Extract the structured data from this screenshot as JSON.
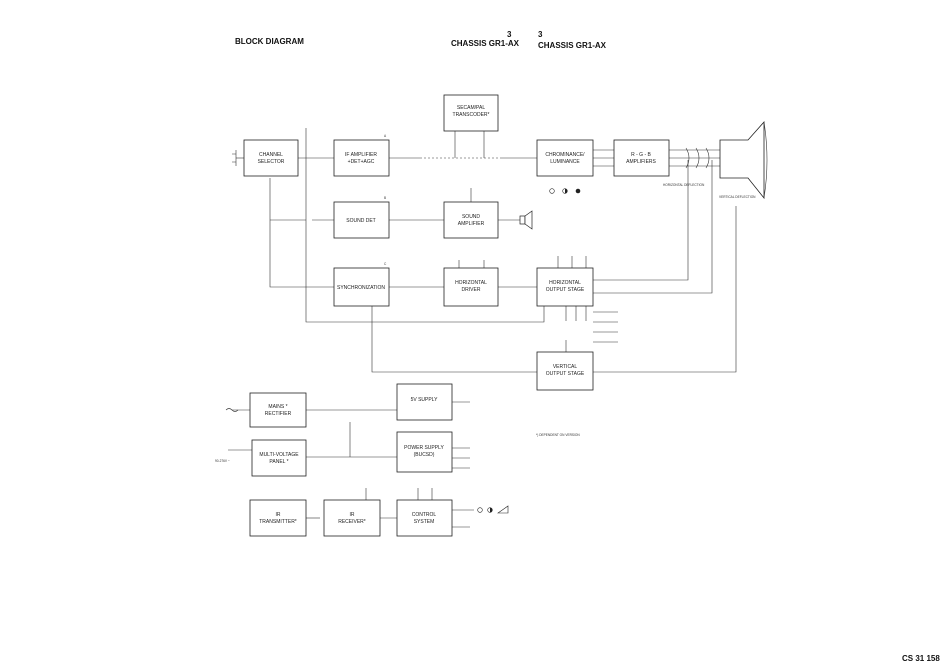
{
  "header": {
    "left_title": "BLOCK DIAGRAM",
    "chassis_number_1": "3",
    "chassis_1": "CHASSIS GR1-AX",
    "chassis_number_2": "3",
    "chassis_2": "CHASSIS GR1-AX"
  },
  "footer": {
    "code": "CS 31 158"
  },
  "blocks": {
    "channel_selector": {
      "line1": "CHANNEL",
      "line2": "SELECTOR"
    },
    "if_amplifier": {
      "line1": "IF AMPLIFIER",
      "line2": "+DET+AGC",
      "letter": "A"
    },
    "secam": {
      "line1": "SECAM/PAL",
      "line2": "TRANSCODER*"
    },
    "chroma": {
      "line1": "CHROMINANCE/",
      "line2": "LUMINANCE"
    },
    "rgb": {
      "line1": "R - G - B",
      "line2": "AMPLIFIERS"
    },
    "sound_det": {
      "line1": "SOUND DET",
      "letter": "B"
    },
    "sound_amp": {
      "line1": "SOUND",
      "line2": "AMPLIFIER"
    },
    "sync": {
      "line1": "SYNCHRONIZATION",
      "letter": "C"
    },
    "hdriver": {
      "line1": "HORIZONTAL",
      "line2": "DRIVER"
    },
    "hout": {
      "line1": "HORIZONTAL",
      "line2": "OUTPUT STAGE"
    },
    "vout": {
      "line1": "VERTICAL",
      "line2": "OUTPUT STAGE"
    },
    "mains": {
      "line1": "MAINS *",
      "line2": "RECTIFIER"
    },
    "supply5v": {
      "line1": "5V SUPPLY"
    },
    "multivolt": {
      "line1": "MULTI-VOLTAGE",
      "line2": "PANEL *"
    },
    "power": {
      "line1": "POWER SUPPLY",
      "line2": "(BUCSD)"
    },
    "ir_tx": {
      "line1": "IR",
      "line2": "TRANSMITTER*"
    },
    "ir_rx": {
      "line1": "IR",
      "line2": "RECEIVER*"
    },
    "control": {
      "line1": "CONTROL",
      "line2": "SYSTEM"
    }
  },
  "labels": {
    "horizontal_deflection": "HORIZONTAL DEFLECTION",
    "vertical_deflection": "VERTICAL DEFLECTION",
    "dependent_note": "*) DEPENDENT ON VERSION",
    "mains_voltage": "90-276V ~"
  },
  "colors": {
    "line": "#333333",
    "box_stroke": "#222222",
    "text": "#111111"
  },
  "icons": [
    "antenna-icon",
    "loudspeaker-icon",
    "picture-tube-icon",
    "mains-ac-icon",
    "brightness-icon",
    "contrast-icon",
    "volume-icon"
  ]
}
